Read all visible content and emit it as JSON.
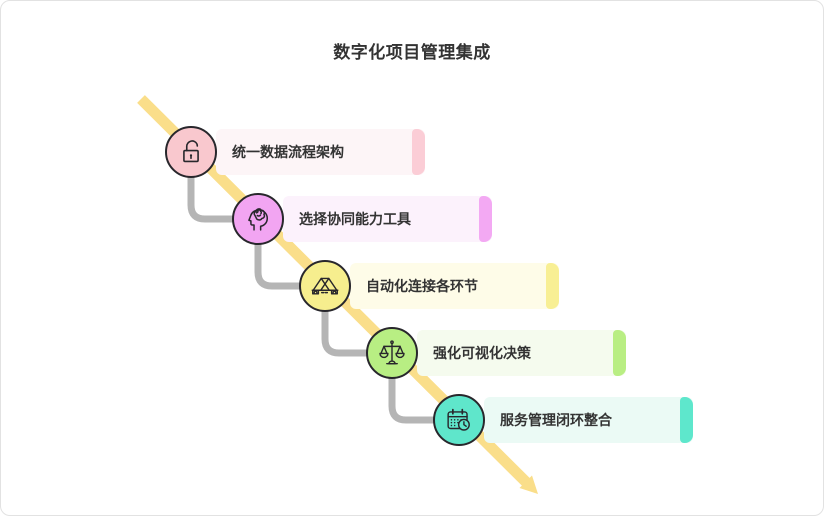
{
  "title": "数字化项目管理集成",
  "diagram": {
    "type": "staircase-timeline",
    "axis_color": "#fade8a",
    "connector_color": "#b5b5b5",
    "node_border_color": "#28272c",
    "text_color": "#333333"
  },
  "steps": [
    {
      "label": "统一数据流程架构",
      "icon": "unlock-icon",
      "circle_color": "#f9c8ce",
      "box_bg": "#fdf5f7",
      "bar_color": "#fbcdd6"
    },
    {
      "label": "选择协同能力工具",
      "icon": "brain-head-icon",
      "circle_color": "#f2a5f2",
      "box_bg": "#fcf2fc",
      "bar_color": "#f3a9f3"
    },
    {
      "label": "自动化连接各环节",
      "icon": "bridge-icon",
      "circle_color": "#f6ee8e",
      "box_bg": "#fefce8",
      "bar_color": "#f8ef94"
    },
    {
      "label": "强化可视化决策",
      "icon": "scales-icon",
      "circle_color": "#b8ee83",
      "box_bg": "#f5fbee",
      "bar_color": "#b9ee83"
    },
    {
      "label": "服务管理闭环整合",
      "icon": "calendar-clock-icon",
      "circle_color": "#5fe6cb",
      "box_bg": "#ebfaf5",
      "bar_color": "#5ee7cc"
    }
  ]
}
